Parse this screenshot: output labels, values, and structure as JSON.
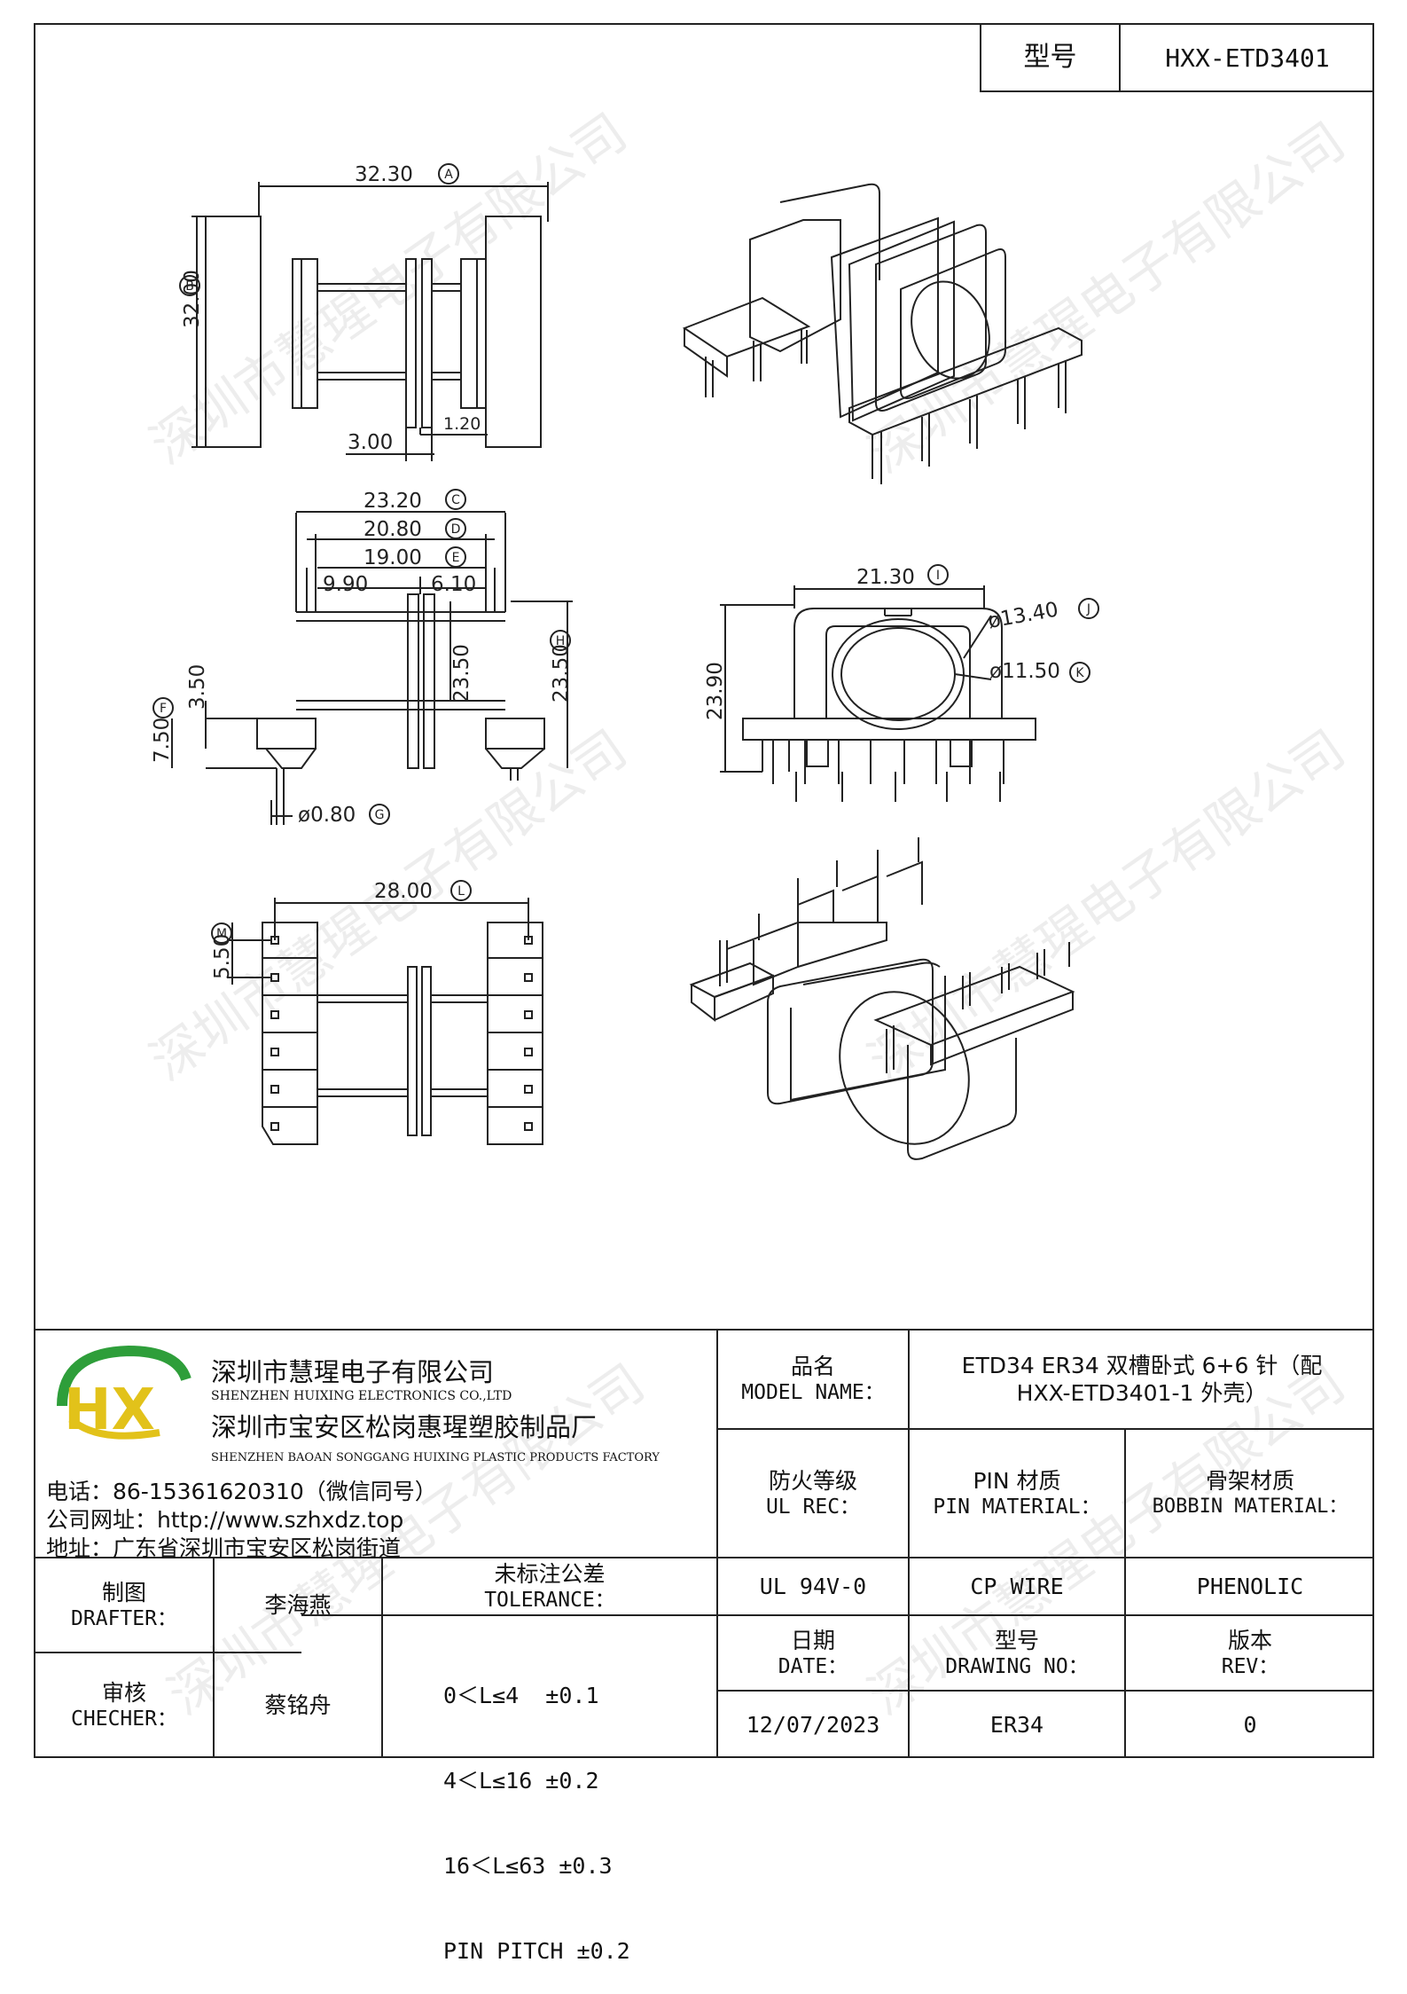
{
  "header": {
    "model_label": "型号",
    "model_value": "HXX-ETD3401"
  },
  "drawing": {
    "dim_A": "32.30",
    "dim_A_tag": "A",
    "dim_B": "32.00",
    "dim_B_tag": "B",
    "dim_300": "3.00",
    "dim_120": "1.20",
    "dim_C": "23.20",
    "dim_C_tag": "C",
    "dim_D": "20.80",
    "dim_D_tag": "D",
    "dim_E": "19.00",
    "dim_E_tag": "E",
    "dim_990": "9.90",
    "dim_610": "6.10",
    "dim_350": "3.50",
    "dim_F": "7.50",
    "dim_F_tag": "F",
    "dim_2350a": "23.50",
    "dim_H": "23.50",
    "dim_H_tag": "H",
    "dim_G": "ø0.80",
    "dim_G_tag": "G",
    "dim_I": "21.30",
    "dim_I_tag": "I",
    "dim_J": "ø13.40",
    "dim_J_tag": "J",
    "dim_K": "ø11.50",
    "dim_K_tag": "K",
    "dim_2390": "23.90",
    "dim_L": "28.00",
    "dim_L_tag": "L",
    "dim_M": "5.50",
    "dim_M_tag": "M"
  },
  "watermark": "深圳市慧瑆电子有限公司",
  "company": {
    "logo_letters": "HX",
    "name_cn": "深圳市慧瑆电子有限公司",
    "name_en": "SHENZHEN HUIXING ELECTRONICS CO.,LTD",
    "factory_cn": "深圳市宝安区松岗惠瑆塑胶制品厂",
    "factory_en": "SHENZHEN BAOAN SONGGANG HUIXING PLASTIC PRODUCTS FACTORY",
    "phone": "电话：86-15361620310（微信同号）",
    "website": "公司网址：http://www.szhxdz.top",
    "address": "地址：广东省深圳市宝安区松岗街道"
  },
  "table": {
    "model_name_cn": "品名",
    "model_name_en": "MODEL NAME：",
    "model_name_value_1": "ETD34 ER34 双槽卧式 6+6 针（配",
    "model_name_value_2": "HXX-ETD3401-1 外壳）",
    "ul_cn": "防火等级",
    "ul_en": "UL REC：",
    "pin_cn": "PIN 材质",
    "pin_en": "PIN MATERIAL：",
    "bobbin_cn": "骨架材质",
    "bobbin_en": "BOBBIN MATERIAL：",
    "ul_value": "UL 94V-0",
    "pin_value": "CP WIRE",
    "bobbin_value": "PHENOLIC",
    "drafter_cn": "制图",
    "drafter_en": "DRAFTER：",
    "drafter_name": "李海燕",
    "checker_cn": "审核",
    "checker_en": "CHECHER：",
    "checker_name": "蔡铭舟",
    "tolerance_cn": "未标注公差",
    "tolerance_en": "TOLERANCE：",
    "tolerance_1": "0＜L≤4  ±0.1",
    "tolerance_2": "4＜L≤16 ±0.2",
    "tolerance_3": "16＜L≤63 ±0.3",
    "tolerance_4": "PIN PITCH ±0.2",
    "date_cn": "日期",
    "date_en": "DATE：",
    "drawing_no_cn": "型号",
    "drawing_no_en": "DRAWING NO：",
    "rev_cn": "版本",
    "rev_en": "REV：",
    "date_value": "12/07/2023",
    "drawing_no_value": "ER34",
    "rev_value": "0"
  },
  "colors": {
    "line": "#222222",
    "logo_green": "#2e9e3a",
    "logo_yellow": "#e2c21a"
  }
}
